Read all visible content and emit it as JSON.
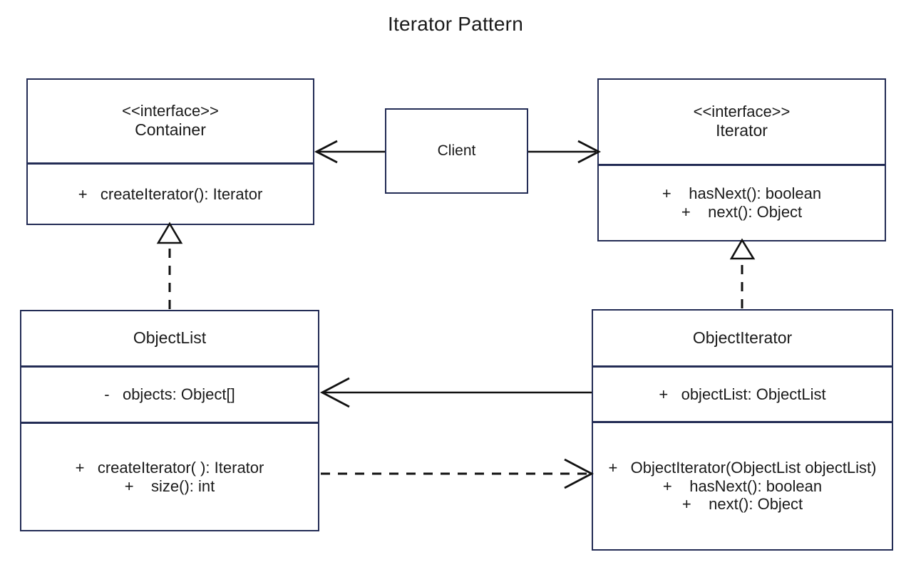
{
  "diagram": {
    "title": "Iterator Pattern",
    "type": "uml-class-diagram",
    "colors": {
      "box_border": "#232c55",
      "text": "#1a1a1a",
      "connector": "#111111",
      "background": "#ffffff"
    }
  },
  "classes": {
    "container": {
      "stereotype": "<<interface>>",
      "name": "Container",
      "methods": [
        "+   createIterator(): Iterator"
      ]
    },
    "client": {
      "name": "Client"
    },
    "iterator": {
      "stereotype": "<<interface>>",
      "name": "Iterator",
      "methods": [
        "+    hasNext(): boolean",
        "+    next(): Object"
      ]
    },
    "object_list": {
      "name": "ObjectList",
      "attributes": [
        "-   objects: Object[]"
      ],
      "methods": [
        "+   createIterator( ): Iterator",
        "+    size(): int"
      ]
    },
    "object_iterator": {
      "name": "ObjectIterator",
      "attributes": [
        "+   objectList: ObjectList"
      ],
      "methods": [
        "+   ObjectIterator(ObjectList objectList)",
        "+    hasNext(): boolean",
        "+    next(): Object"
      ]
    }
  },
  "relationships": [
    {
      "id": "client-to-container",
      "from": "Client",
      "to": "Container",
      "kind": "association",
      "line": "solid",
      "head": "open-arrow",
      "direction": "left"
    },
    {
      "id": "client-to-iterator",
      "from": "Client",
      "to": "Iterator",
      "kind": "association",
      "line": "solid",
      "head": "open-arrow",
      "direction": "right"
    },
    {
      "id": "objectlist-realizes-container",
      "from": "ObjectList",
      "to": "Container",
      "kind": "realization",
      "line": "dashed",
      "head": "hollow-triangle",
      "direction": "up"
    },
    {
      "id": "objectiterator-realizes-iterator",
      "from": "ObjectIterator",
      "to": "Iterator",
      "kind": "realization",
      "line": "dashed",
      "head": "hollow-triangle",
      "direction": "up"
    },
    {
      "id": "objectiterator-to-objectlist",
      "from": "ObjectIterator",
      "to": "ObjectList",
      "kind": "association",
      "line": "solid",
      "head": "open-arrow",
      "direction": "left"
    },
    {
      "id": "objectlist-depends-objectiterator",
      "from": "ObjectList",
      "to": "ObjectIterator",
      "kind": "dependency",
      "line": "dashed",
      "head": "open-arrow",
      "direction": "right"
    }
  ]
}
